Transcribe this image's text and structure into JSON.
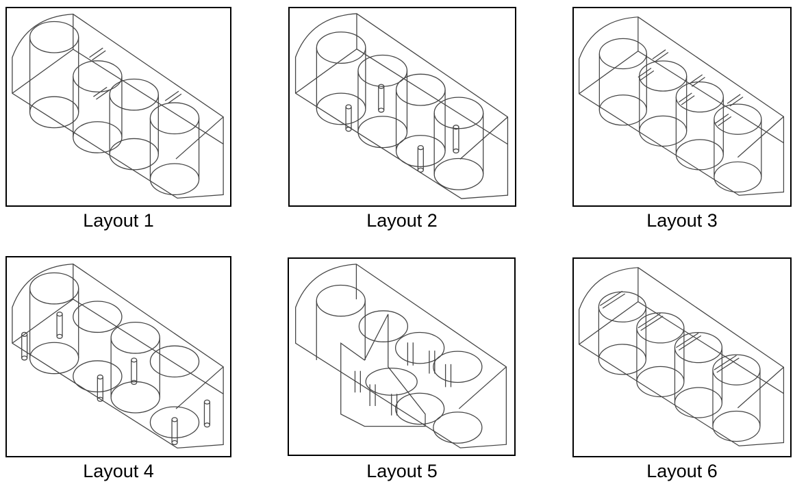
{
  "figure": {
    "captions": [
      "Layout 1",
      "Layout 2",
      "Layout 3",
      "Layout 4",
      "Layout 5",
      "Layout 6"
    ]
  }
}
